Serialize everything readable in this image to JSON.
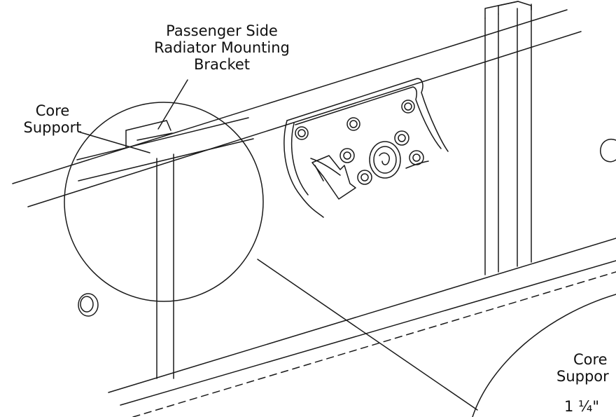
{
  "labels": {
    "bracket_line1": "Passenger Side",
    "bracket_line2": "Radiator Mounting",
    "bracket_line3": "Bracket",
    "core_support_line1": "Core",
    "core_support_line2": "Support",
    "detail_core_line1": "Core",
    "detail_core_line2": "Suppor",
    "dimension": "1 ¼\""
  },
  "colors": {
    "line": "#1a1a1a",
    "background": "#ffffff"
  }
}
